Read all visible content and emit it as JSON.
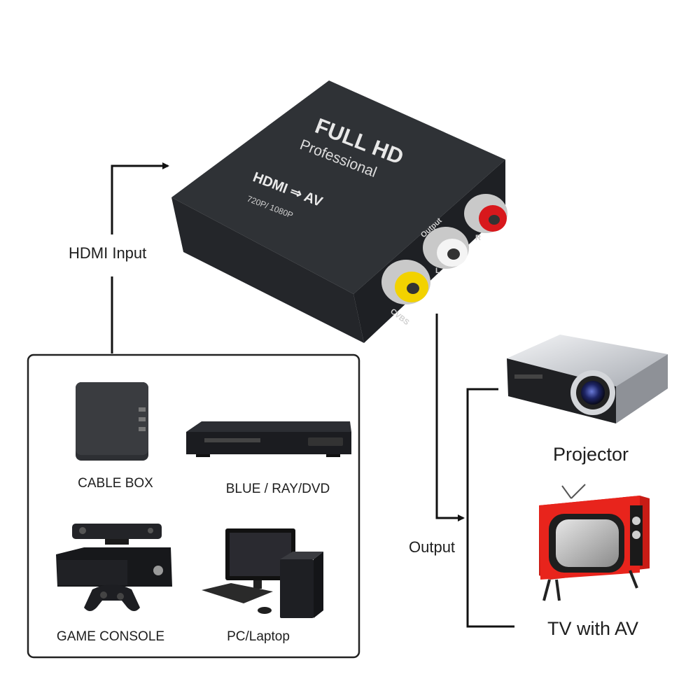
{
  "converter": {
    "brand_line1": "FULL HD",
    "brand_line2": "Professional",
    "mode_label": "HDMI ⇒ AV",
    "resolution": "720P/ 1080P",
    "ports": {
      "group_label": "Output",
      "cvbs_label": "CVBS",
      "left_label": "L",
      "right_label": "R"
    },
    "port_colors": {
      "cvbs": "#f2d200",
      "left": "#f4f4f4",
      "right": "#d8181c"
    }
  },
  "input_side": {
    "label": "HDMI Input",
    "devices": [
      {
        "label": "CABLE BOX"
      },
      {
        "label": "BLUE / RAY/DVD"
      },
      {
        "label": "GAME CONSOLE"
      },
      {
        "label": "PC/Laptop"
      }
    ]
  },
  "output_side": {
    "label": "Output",
    "targets": [
      {
        "label": "Projector"
      },
      {
        "label": "TV with AV"
      }
    ]
  },
  "colors": {
    "tv_body": "#e8241c",
    "converter_body": "#2a2c30",
    "line": "#111111"
  }
}
